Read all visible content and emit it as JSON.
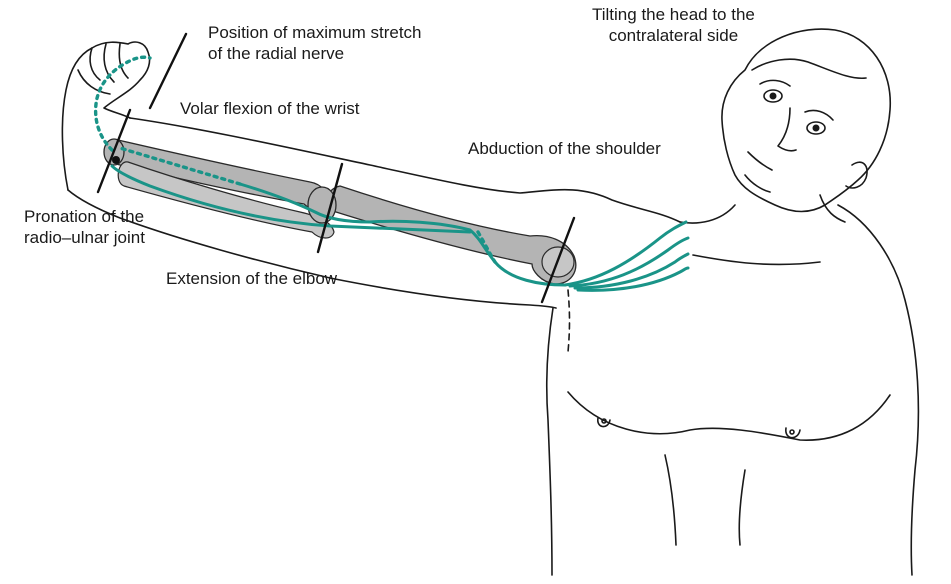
{
  "labels": {
    "position_max_stretch": [
      "Position of maximum stretch",
      "of the radial nerve"
    ],
    "volar_flexion": "Volar flexion of the wrist",
    "tilting_head": [
      "Tilting the head to the",
      "contralateral side"
    ],
    "abduction_shoulder": "Abduction of the shoulder",
    "pronation": [
      "Pronation of the",
      "radio–ulnar joint"
    ],
    "extension_elbow": "Extension of the elbow"
  },
  "colors": {
    "nerve": "#1a9488",
    "outline": "#1a1a1a",
    "bone": "#b4b4b4",
    "background": "#ffffff"
  }
}
